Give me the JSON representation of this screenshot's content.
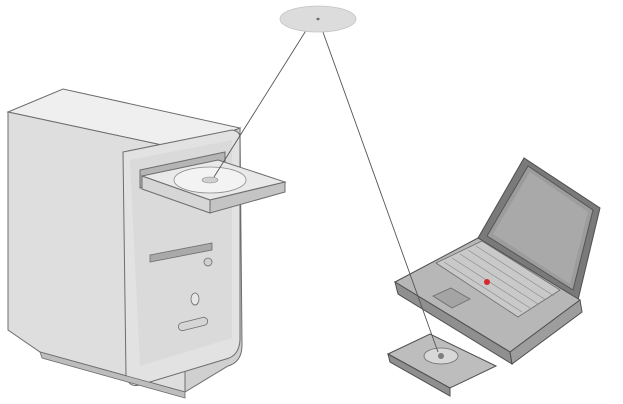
{
  "diagram": {
    "connectors": [
      {
        "from": "cd-disc",
        "to": "desktop-tray-disc"
      },
      {
        "from": "cd-disc",
        "to": "laptop-tray-disc"
      }
    ],
    "colors": {
      "body_light": "#e6e6e6",
      "body_mid": "#cfcfcf",
      "body_dark": "#a9a9a9",
      "outline": "#6d6d6d",
      "screen": "#b9b9b9",
      "keyboard": "#bcbcbc",
      "key": "#d9d9d9",
      "trackpoint": "#d8282b",
      "line": "#555555",
      "disc": "#dcdcdc"
    }
  }
}
